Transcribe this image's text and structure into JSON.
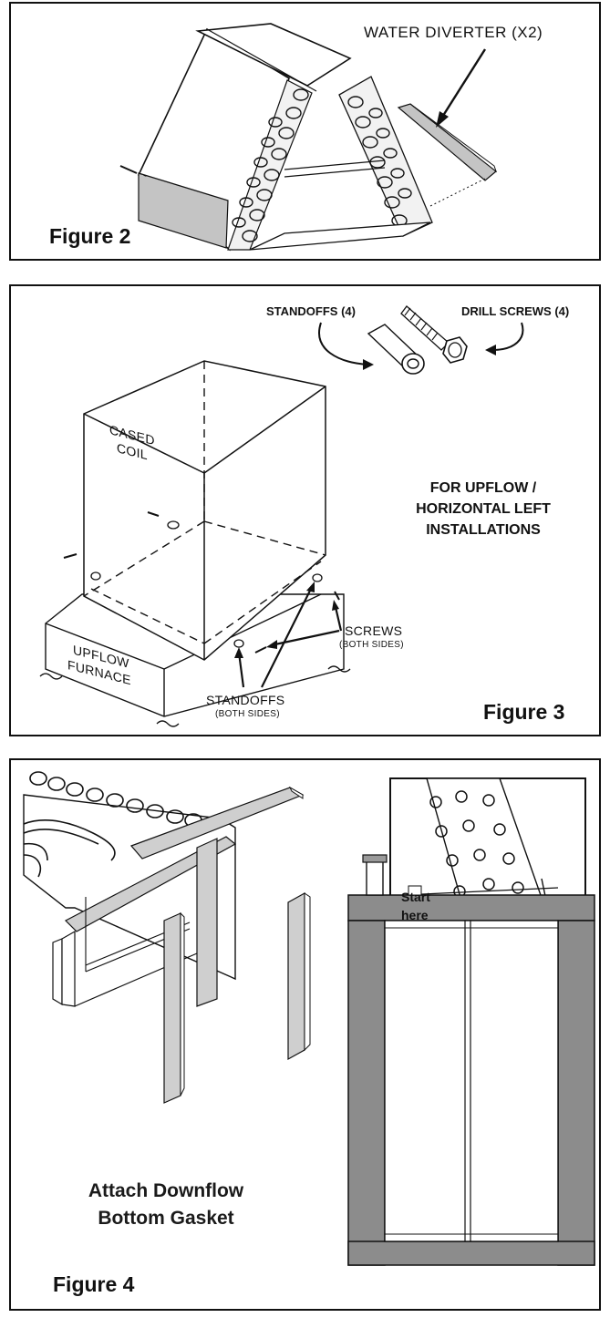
{
  "figure2": {
    "caption": "Figure 2",
    "callout": "WATER DIVERTER (X2)"
  },
  "figure3": {
    "caption": "Figure 3",
    "standoffs_label": "STANDOFFS (4)",
    "drill_screws_label": "DRILL SCREWS (4)",
    "installation_note_line1": "FOR UPFLOW /",
    "installation_note_line2": "HORIZONTAL LEFT",
    "installation_note_line3": "INSTALLATIONS",
    "cased_coil_line1": "CASED",
    "cased_coil_line2": "COIL",
    "upflow_furnace_line1": "UPFLOW",
    "upflow_furnace_line2": "FURNACE",
    "screws_label": "SCREWS",
    "screws_sub": "(BOTH SIDES)",
    "standoffs_side_label": "STANDOFFS",
    "standoffs_side_sub": "(BOTH SIDES)"
  },
  "figure4": {
    "caption": "Figure 4",
    "title_line1": "Attach Downflow",
    "title_line2": "Bottom Gasket",
    "start_line1": "Start",
    "start_line2": "here",
    "accent_color": "#d32020"
  }
}
